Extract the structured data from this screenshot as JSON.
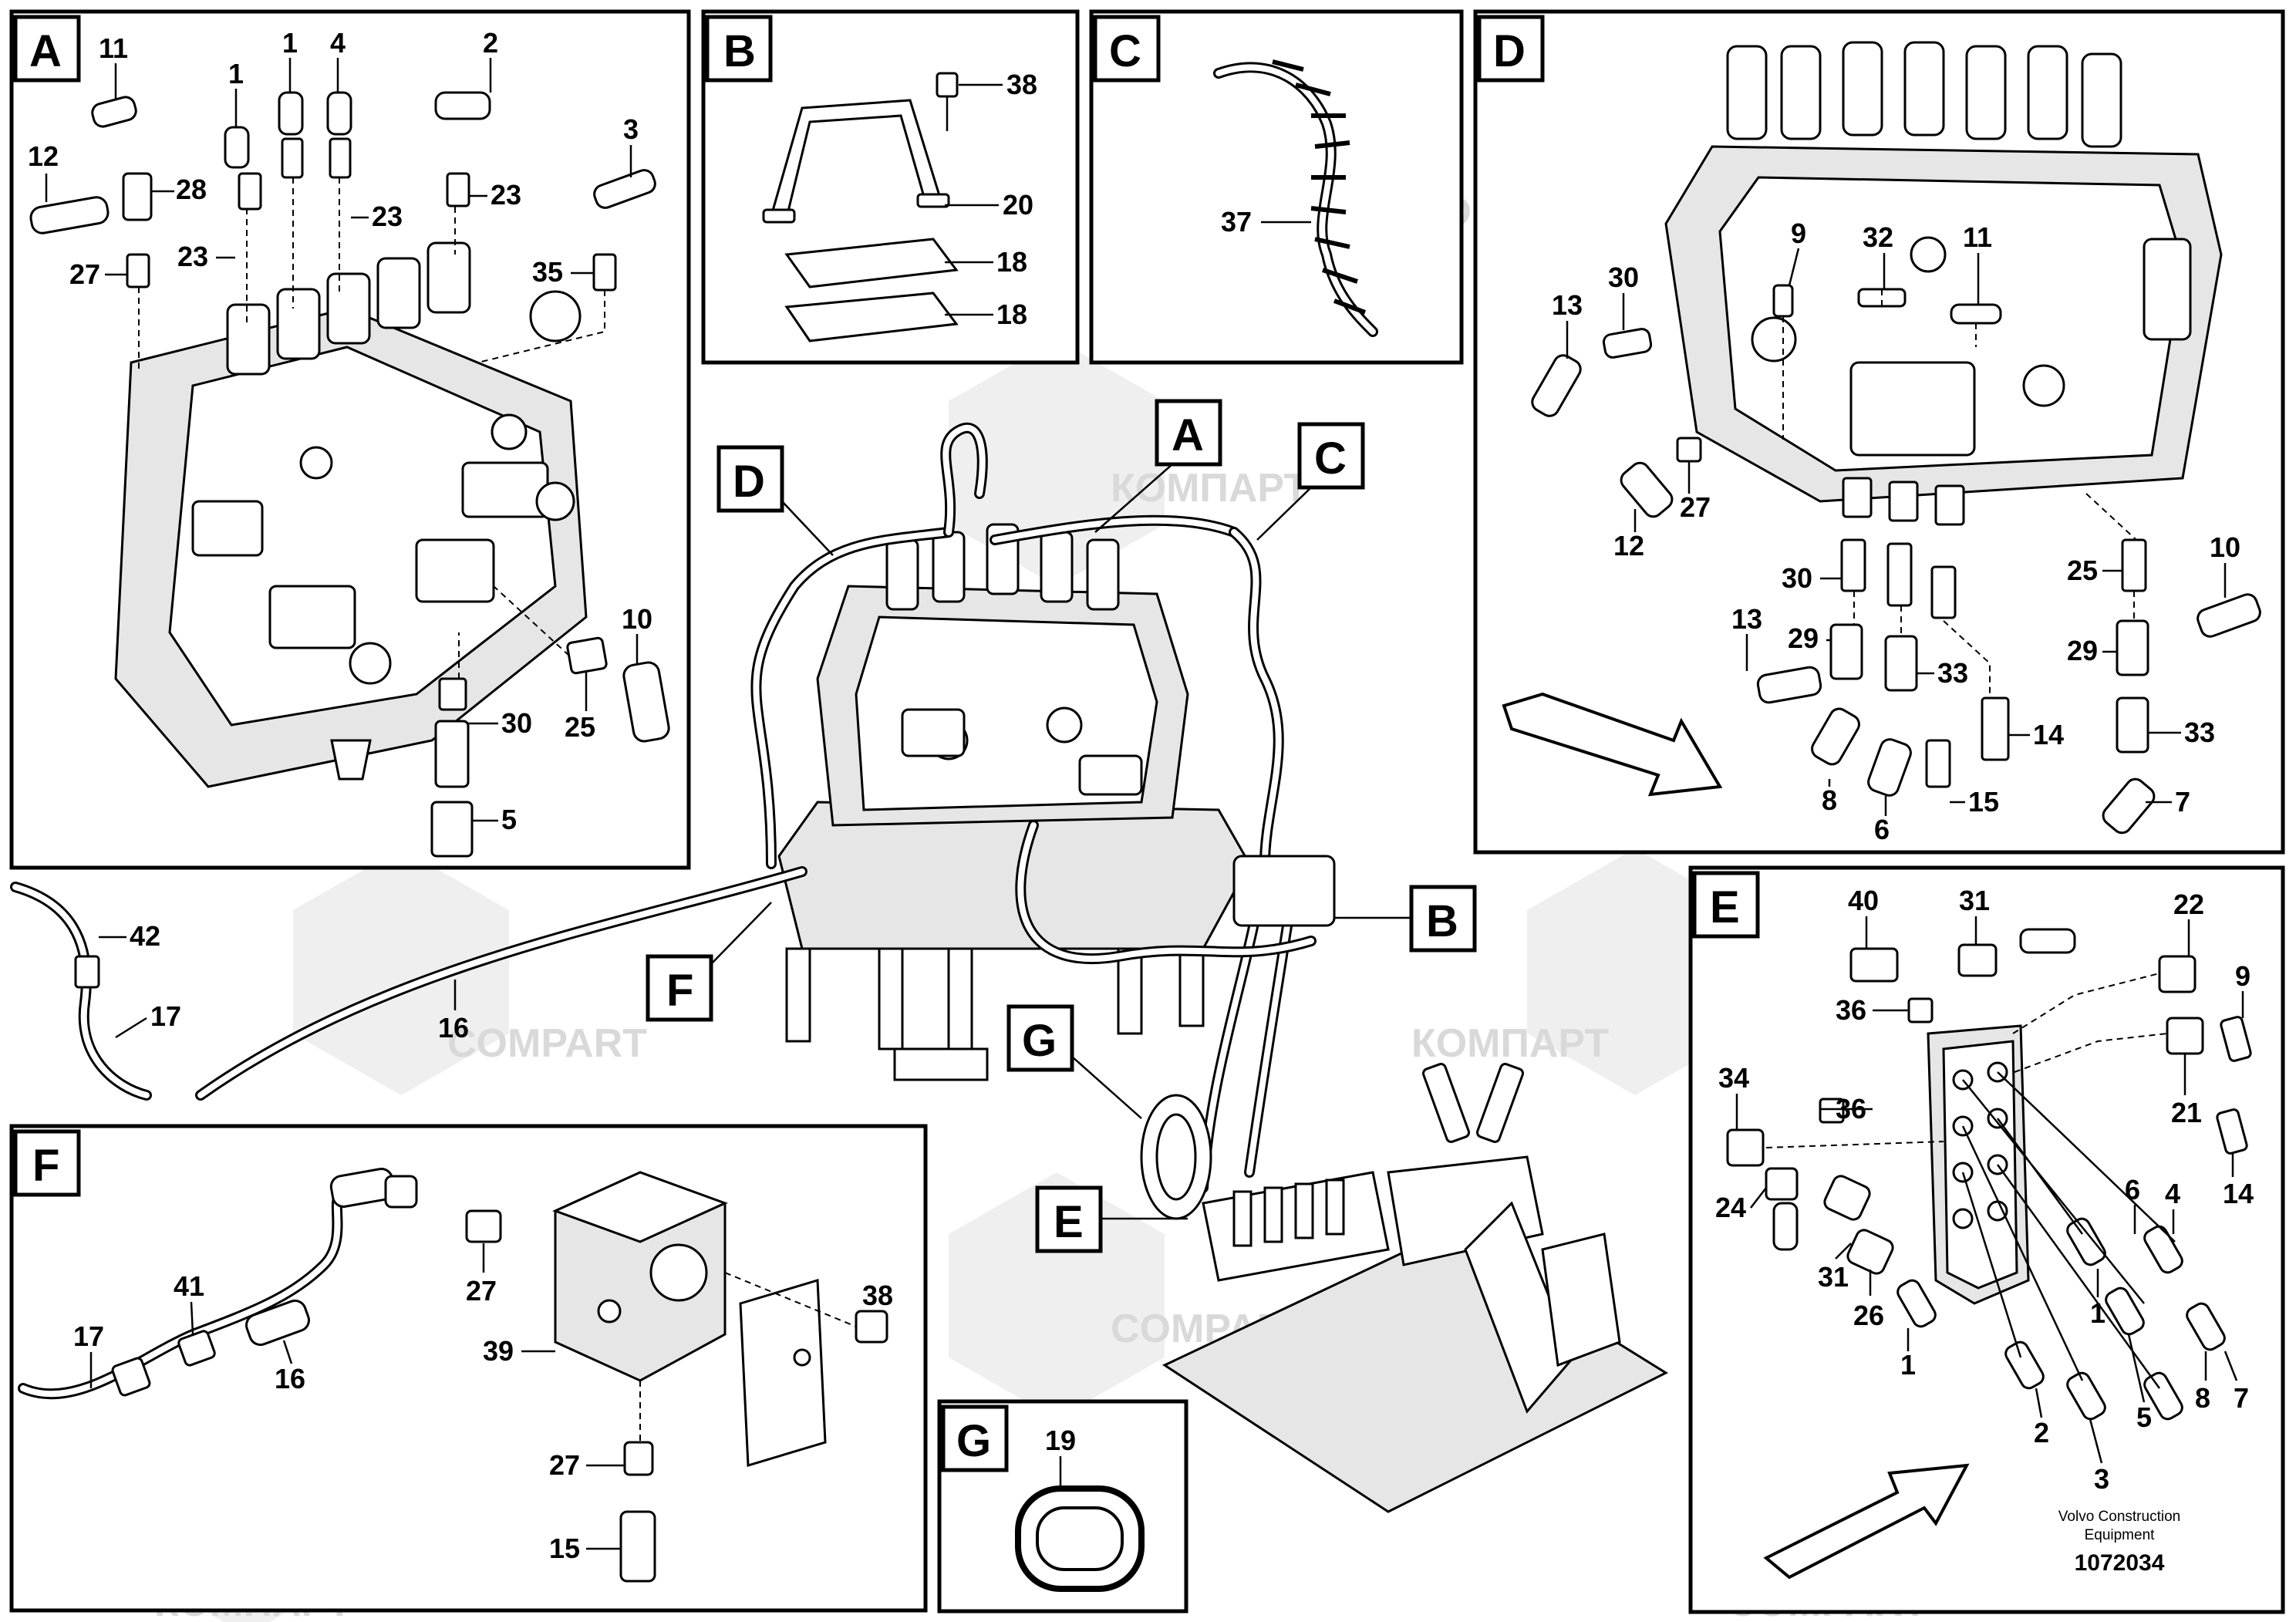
{
  "watermark": {
    "brand_latin": "COMPART",
    "brand_cyrillic": "КОМПАРТ"
  },
  "footer": {
    "company_line1": "Volvo Construction",
    "company_line2": "Equipment",
    "drawing_number": "1072034"
  },
  "panels": [
    {
      "id": "A",
      "label": "A",
      "callouts": [
        {
          "text": "11"
        },
        {
          "text": "1"
        },
        {
          "text": "1"
        },
        {
          "text": "4"
        },
        {
          "text": "2"
        },
        {
          "text": "12"
        },
        {
          "text": "28"
        },
        {
          "text": "23"
        },
        {
          "text": "23"
        },
        {
          "text": "23"
        },
        {
          "text": "3"
        },
        {
          "text": "27"
        },
        {
          "text": "35"
        },
        {
          "text": "10"
        },
        {
          "text": "30"
        },
        {
          "text": "25"
        },
        {
          "text": "5"
        }
      ]
    },
    {
      "id": "B",
      "label": "B",
      "callouts": [
        {
          "text": "38"
        },
        {
          "text": "20"
        },
        {
          "text": "18"
        },
        {
          "text": "18"
        }
      ]
    },
    {
      "id": "C",
      "label": "C",
      "callouts": [
        {
          "text": "37"
        }
      ]
    },
    {
      "id": "D",
      "label": "D",
      "callouts": [
        {
          "text": "9"
        },
        {
          "text": "32"
        },
        {
          "text": "11"
        },
        {
          "text": "13"
        },
        {
          "text": "30"
        },
        {
          "text": "27"
        },
        {
          "text": "12"
        },
        {
          "text": "30"
        },
        {
          "text": "25"
        },
        {
          "text": "10"
        },
        {
          "text": "13"
        },
        {
          "text": "29"
        },
        {
          "text": "29"
        },
        {
          "text": "33"
        },
        {
          "text": "33"
        },
        {
          "text": "14"
        },
        {
          "text": "8"
        },
        {
          "text": "6"
        },
        {
          "text": "15"
        },
        {
          "text": "7"
        }
      ]
    },
    {
      "id": "E",
      "label": "E",
      "callouts": [
        {
          "text": "40"
        },
        {
          "text": "31"
        },
        {
          "text": "22"
        },
        {
          "text": "9"
        },
        {
          "text": "36"
        },
        {
          "text": "36"
        },
        {
          "text": "34"
        },
        {
          "text": "21"
        },
        {
          "text": "14"
        },
        {
          "text": "24"
        },
        {
          "text": "6"
        },
        {
          "text": "4"
        },
        {
          "text": "31"
        },
        {
          "text": "26"
        },
        {
          "text": "1"
        },
        {
          "text": "1"
        },
        {
          "text": "8"
        },
        {
          "text": "7"
        },
        {
          "text": "2"
        },
        {
          "text": "5"
        },
        {
          "text": "3"
        }
      ]
    },
    {
      "id": "F",
      "label": "F",
      "callouts": [
        {
          "text": "27"
        },
        {
          "text": "41"
        },
        {
          "text": "38"
        },
        {
          "text": "17"
        },
        {
          "text": "16"
        },
        {
          "text": "39"
        },
        {
          "text": "27"
        },
        {
          "text": "15"
        }
      ]
    },
    {
      "id": "G",
      "label": "G",
      "callouts": [
        {
          "text": "19"
        }
      ]
    }
  ],
  "main_view": {
    "tags": [
      {
        "text": "A"
      },
      {
        "text": "D"
      },
      {
        "text": "C"
      },
      {
        "text": "B"
      },
      {
        "text": "F"
      },
      {
        "text": "G"
      },
      {
        "text": "E"
      }
    ],
    "callouts": [
      {
        "text": "42"
      },
      {
        "text": "17"
      },
      {
        "text": "16"
      }
    ]
  }
}
